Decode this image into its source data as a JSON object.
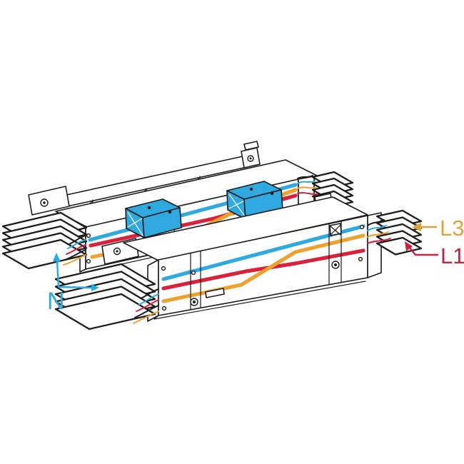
{
  "figure": {
    "description": "Isometric line drawing of two parallel busbar trunking phase-transposition sections with finned end terminations and blue junction blocks",
    "background": "#ffffff"
  },
  "labels": {
    "neutral": {
      "text": "N"
    },
    "phase_l3": {
      "text": "L3"
    },
    "phase_l1": {
      "text": "L1"
    }
  },
  "colors": {
    "background": "#ffffff",
    "line_art": "#1c1c1c",
    "conductor_cyan": "#2fa9e0",
    "conductor_red": "#d9213b",
    "conductor_orange": "#eea12f",
    "junction_box": "#2fa9e0",
    "label_n": "#29abe2",
    "label_l3": "#dda43c",
    "label_l1": "#c2233f"
  }
}
